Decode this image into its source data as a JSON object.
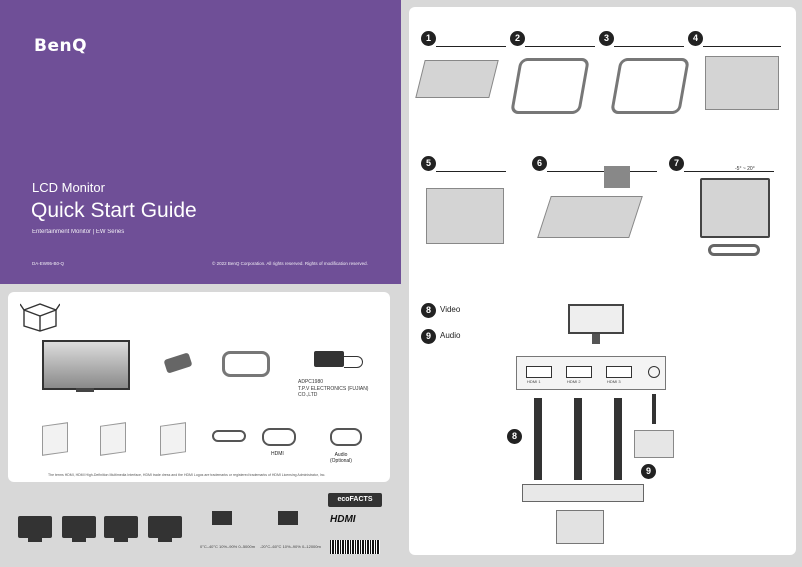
{
  "cover": {
    "brand": "BenQ",
    "product_type": "LCD Monitor",
    "title": "Quick Start Guide",
    "series": "Entertainment Monitor  |  EW Series",
    "doc_code": "DA-EW95-B0-Q",
    "copyright": "© 2022 BenQ Corporation. All rights reserved. Rights of modification reserved."
  },
  "package": {
    "adapter_label": "ADPC1980\nT.P.V ELECTRONICS (FUJIAN) CO.,LTD",
    "hdmi_label": "HDMI",
    "audio_label": "Audio\n(Optional)",
    "hdmi_notice": "The terms HDMI, HDMI High-Definition Multimedia Interface, HDMI trade dress and the HDMI Logos are trademarks or registered trademarks of HDMI Licensing Administrator, Inc."
  },
  "certs": {
    "eco": "ecoFACTS",
    "hdmi_logo": "HDMI",
    "power_specs_1": [
      "0°C–40°C",
      "10%–90%",
      "0–5000m"
    ],
    "power_specs_2": [
      "-20°C–60°C",
      "10%–90%",
      "0–12000m"
    ]
  },
  "steps": [
    "1",
    "2",
    "3",
    "4",
    "5",
    "6",
    "7"
  ],
  "connections": {
    "video_num": "8",
    "video_label": "Video",
    "audio_num": "9",
    "audio_label": "Audio",
    "port_labels": [
      "HDMI 1",
      "HDMI 2",
      "HDMI 3"
    ],
    "tilt_label": "-5° ~ 20°"
  },
  "colors": {
    "cover_bg": "#6f4f97",
    "page_bg": "#d8d8d8",
    "panel_bg": "#ffffff"
  },
  "icons": [
    "box-icon",
    "no-pressure-icon",
    "no-liquid-icon",
    "no-objects-icon",
    "ventilation-icon",
    "power-icon",
    "temperature-icon",
    "humidity-icon",
    "altitude-icon"
  ]
}
